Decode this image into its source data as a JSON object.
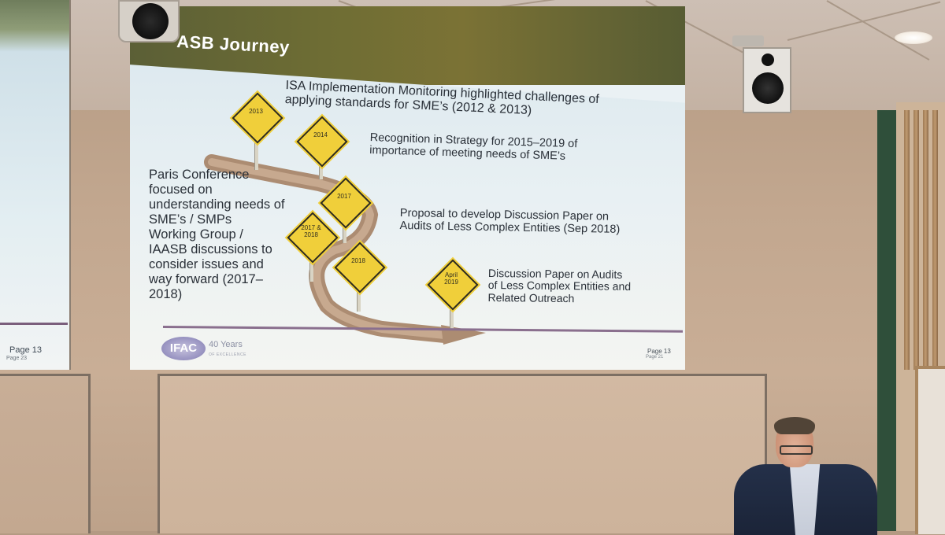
{
  "slide": {
    "title": "ASB Journey",
    "milestones": [
      {
        "sign": "2013",
        "text": "ISA Implementation Monitoring highlighted challenges of\napplying standards for SME’s (2012 & 2013)"
      },
      {
        "sign": "2014",
        "text": "Recognition in Strategy for 2015–2019 of\nimportance of meeting needs of SME’s"
      },
      {
        "sign": "2017",
        "text": "Paris Conference\nfocused on\nunderstanding needs of\nSME’s / SMPs\nWorking Group /\nIAASB discussions to\nconsider issues and\nway forward (2017–\n2018)"
      },
      {
        "sign": "2017 &\n2018",
        "text": ""
      },
      {
        "sign": "2018",
        "text": "Proposal to develop Discussion Paper on\nAudits of Less Complex Entities (Sep 2018)"
      },
      {
        "sign": "April\n2019",
        "text": "Discussion Paper on Audits\nof Less Complex Entities and\nRelated Outreach"
      }
    ],
    "logo": {
      "name": "IFAC",
      "years": "40 Years",
      "tagline": "OF EXCELLENCE"
    },
    "page_label": "Page 13",
    "page_sub": "Page 21"
  },
  "left_slide": {
    "page_label": "Page 13",
    "page_sub": "Page 23"
  }
}
